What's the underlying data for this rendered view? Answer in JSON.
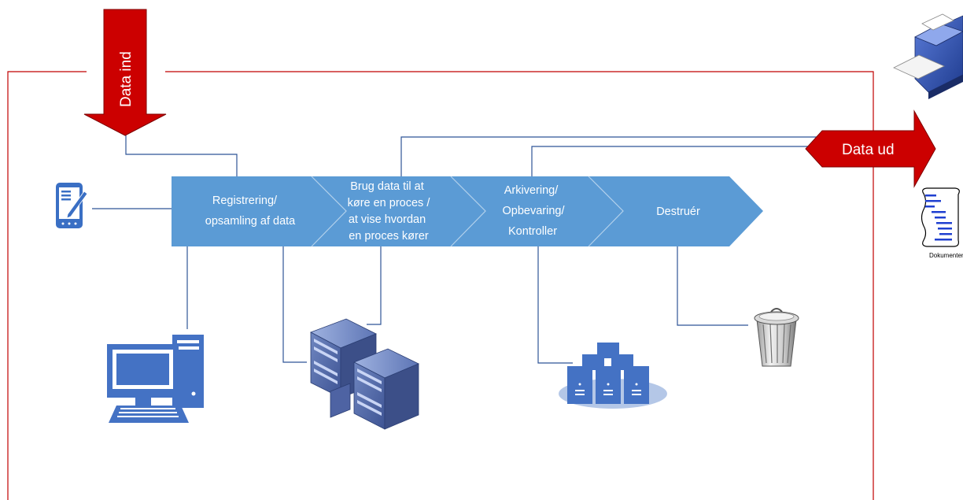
{
  "diagram": {
    "input_arrow": {
      "label": "Data ind",
      "color": "#cc0000"
    },
    "output_arrow": {
      "label": "Data ud",
      "color": "#cc0000"
    },
    "stages": [
      {
        "lines": [
          "Registrering/",
          "opsamling af data"
        ]
      },
      {
        "lines": [
          "Brug data til at",
          "køre en proces /",
          "at vise hvordan",
          "en proces kører"
        ]
      },
      {
        "lines": [
          "Arkivering/",
          "Opbevaring/",
          "Kontroller"
        ]
      },
      {
        "lines": [
          "Destruér"
        ]
      }
    ],
    "stage_color": "#5b9bd5",
    "connector_color": "#2f5597",
    "boundary_color": "#c00000",
    "document_caption": "Dokumenter",
    "icons": [
      "tablet-icon",
      "desktop-computer-icon",
      "server-rack-icon",
      "server-cluster-icon",
      "trash-can-icon",
      "printer-icon",
      "document-icon"
    ]
  }
}
